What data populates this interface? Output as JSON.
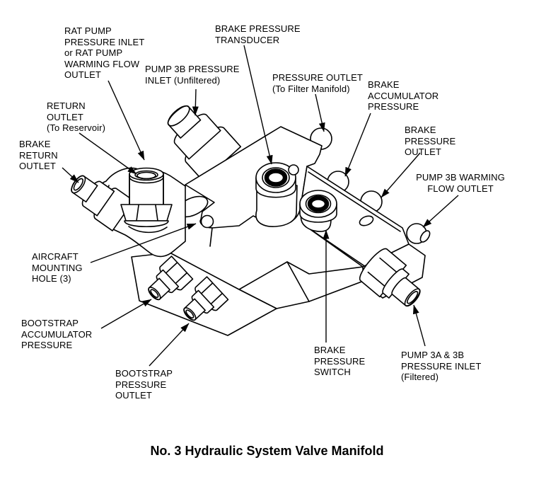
{
  "diagram": {
    "caption": "No. 3 Hydraulic System Valve Manifold",
    "colors": {
      "ink": "#000000",
      "paper": "#ffffff"
    },
    "labels": {
      "rat_pump": "RAT PUMP\nPRESSURE INLET\nor RAT PUMP\nWARMING FLOW\nOUTLET",
      "brake_pressure_transducer": "BRAKE PRESSURE\nTRANSDUCER",
      "pump_3b_pressure_inlet": "PUMP 3B PRESSURE\nINLET (Unfiltered)",
      "pressure_outlet": "PRESSURE OUTLET\n(To Filter Manifold)",
      "brake_accumulator_pressure": "BRAKE\nACCUMULATOR\nPRESSURE",
      "return_outlet": "RETURN\nOUTLET\n(To Reservoir)",
      "brake_pressure_outlet": "BRAKE\nPRESSURE\nOUTLET",
      "brake_return_outlet": "BRAKE\nRETURN\nOUTLET",
      "pump_3b_warming_flow_outlet": "PUMP 3B WARMING\nFLOW OUTLET",
      "aircraft_mounting_hole": "AIRCRAFT\nMOUNTING\nHOLE (3)",
      "bootstrap_accumulator_pressure": "BOOTSTRAP\nACCUMULATOR\nPRESSURE",
      "bootstrap_pressure_outlet": "BOOTSTRAP\nPRESSURE\nOUTLET",
      "brake_pressure_switch": "BRAKE\nPRESSURE\nSWITCH",
      "pump_3a_3b_pressure_inlet": "PUMP 3A & 3B\nPRESSURE INLET\n(Filtered)"
    }
  }
}
